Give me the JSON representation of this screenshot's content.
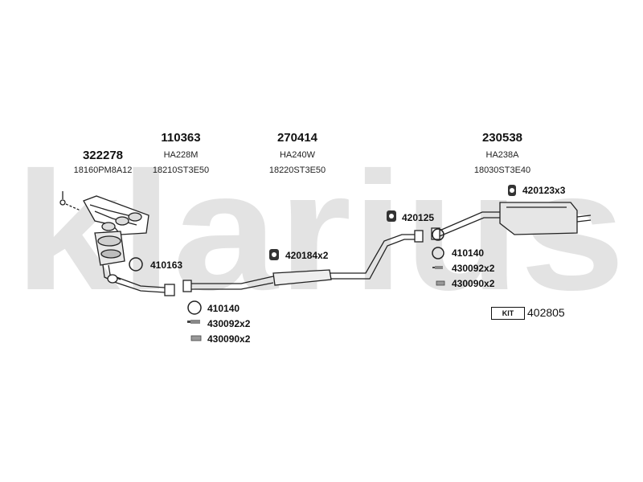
{
  "watermark": "klarius",
  "groups": [
    {
      "part": "322278",
      "ref": "18160PM8A12"
    },
    {
      "part": "110363",
      "ref_line1": "HA228M",
      "ref": "18210ST3E50"
    },
    {
      "part": "270414",
      "ref_line1": "HA240W",
      "ref": "18220ST3E50"
    },
    {
      "part": "230538",
      "ref_line1": "HA238A",
      "ref": "18030ST3E40"
    }
  ],
  "small_parts": {
    "gasket_front": "410163",
    "ring_mid": "410140",
    "bolt_mid": "430092x2",
    "spring_mid": "430090x2",
    "hanger_center": "420184x2",
    "hanger_rear_mid": "420125",
    "hanger_rear": "420123x3",
    "ring_rear": "410140",
    "bolt_rear": "430092x2",
    "spring_rear": "430090x2"
  },
  "kit": {
    "label": "KIT",
    "number": "402805"
  }
}
